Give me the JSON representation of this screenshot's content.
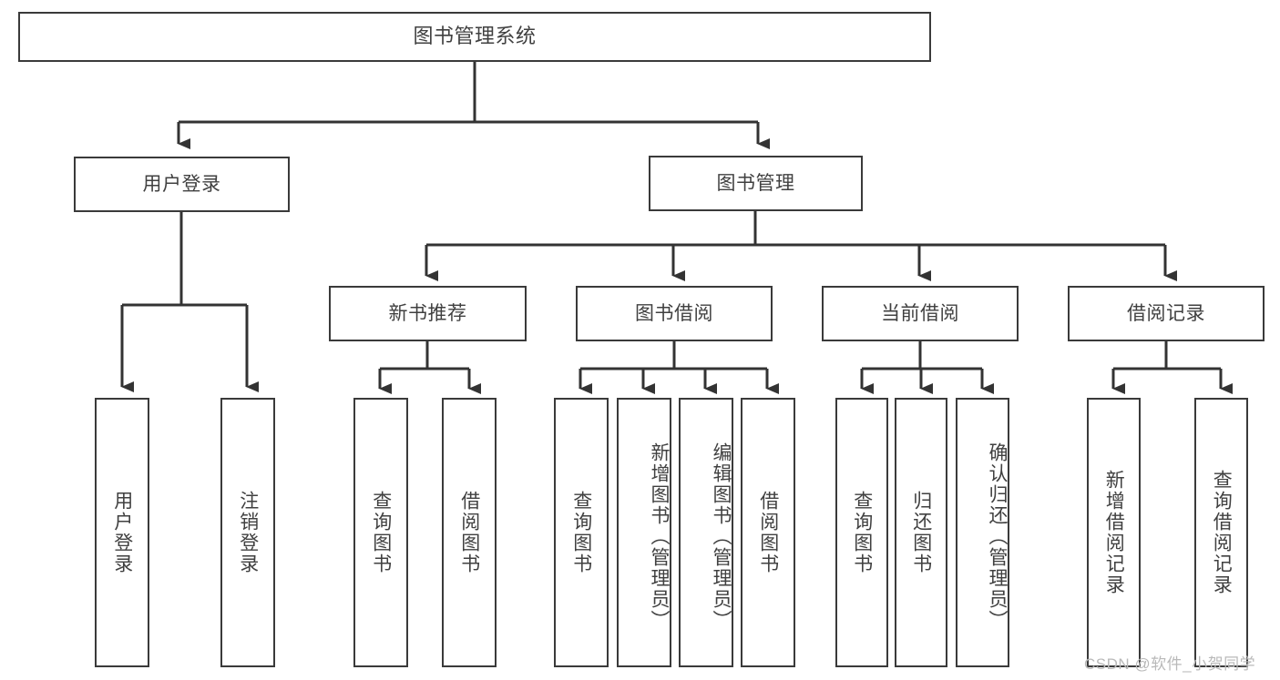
{
  "diagram": {
    "title": "图书管理系统",
    "type": "hierarchy-tree",
    "colors": {
      "box_border": "#3a3a3a",
      "box_fill": "#ffffff",
      "text": "#404040",
      "connector": "#333333",
      "watermark": "#b9b9b9",
      "background": "#ffffff"
    },
    "watermark": "CSDN @软件_小贺同学",
    "levels": {
      "root": {
        "label": "图书管理系统"
      },
      "level2": [
        {
          "id": "user-login",
          "label": "用户登录"
        },
        {
          "id": "book-manage",
          "label": "图书管理"
        }
      ],
      "level3": [
        {
          "id": "new-book-recommend",
          "label": "新书推荐",
          "parent": "book-manage"
        },
        {
          "id": "book-borrow",
          "label": "图书借阅",
          "parent": "book-manage"
        },
        {
          "id": "current-borrow",
          "label": "当前借阅",
          "parent": "book-manage"
        },
        {
          "id": "borrow-record",
          "label": "借阅记录",
          "parent": "book-manage"
        }
      ],
      "leaves": [
        {
          "id": "leaf-user-login",
          "label": "用户登录",
          "parent": "user-login"
        },
        {
          "id": "leaf-logout",
          "label": "注销登录",
          "parent": "user-login"
        },
        {
          "id": "leaf-query-book-1",
          "label": "查询图书",
          "parent": "new-book-recommend"
        },
        {
          "id": "leaf-borrow-book-1",
          "label": "借阅图书",
          "parent": "new-book-recommend"
        },
        {
          "id": "leaf-query-book-2",
          "label": "查询图书",
          "parent": "book-borrow"
        },
        {
          "id": "leaf-add-book",
          "label": "新增图书（管理员）",
          "parent": "book-borrow"
        },
        {
          "id": "leaf-edit-book",
          "label": "编辑图书（管理员）",
          "parent": "book-borrow"
        },
        {
          "id": "leaf-borrow-book-2",
          "label": "借阅图书",
          "parent": "book-borrow"
        },
        {
          "id": "leaf-query-book-3",
          "label": "查询图书",
          "parent": "current-borrow"
        },
        {
          "id": "leaf-return-book",
          "label": "归还图书",
          "parent": "current-borrow"
        },
        {
          "id": "leaf-confirm-return",
          "label": "确认归还（管理员）",
          "parent": "current-borrow"
        },
        {
          "id": "leaf-add-record",
          "label": "新增借阅记录",
          "parent": "borrow-record"
        },
        {
          "id": "leaf-query-record",
          "label": "查询借阅记录",
          "parent": "borrow-record"
        }
      ]
    }
  }
}
